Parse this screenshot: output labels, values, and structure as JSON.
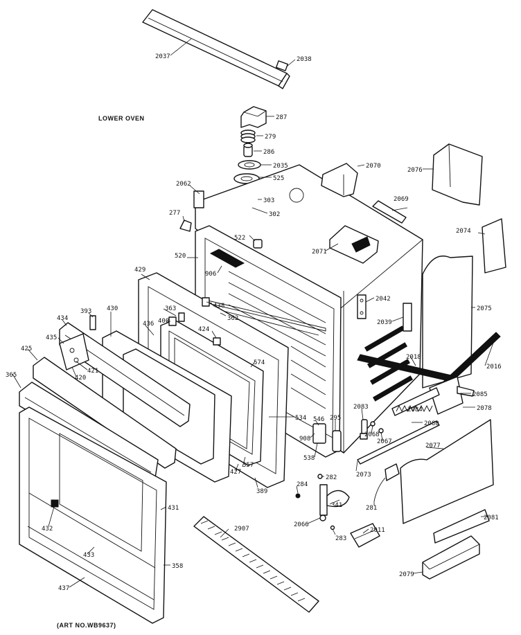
{
  "title": "LOWER OVEN",
  "art_number": "(ART NO.WB9637)",
  "colors": {
    "ink": "#111111",
    "paper": "#ffffff"
  },
  "callouts": [
    {
      "id": "2037",
      "text": "2037"
    },
    {
      "id": "2038",
      "text": "2038"
    },
    {
      "id": "287",
      "text": "287"
    },
    {
      "id": "279",
      "text": "279"
    },
    {
      "id": "286",
      "text": "286"
    },
    {
      "id": "2035",
      "text": "2035"
    },
    {
      "id": "525",
      "text": "525"
    },
    {
      "id": "303",
      "text": "303"
    },
    {
      "id": "302",
      "text": "302"
    },
    {
      "id": "2062",
      "text": "2062"
    },
    {
      "id": "277",
      "text": "277"
    },
    {
      "id": "2070",
      "text": "2070"
    },
    {
      "id": "2076",
      "text": "2076"
    },
    {
      "id": "2069",
      "text": "2069"
    },
    {
      "id": "2074",
      "text": "2074"
    },
    {
      "id": "2071",
      "text": "2071"
    },
    {
      "id": "522",
      "text": "522"
    },
    {
      "id": "520",
      "text": "520"
    },
    {
      "id": "906",
      "text": "906"
    },
    {
      "id": "429",
      "text": "429"
    },
    {
      "id": "438",
      "text": "438"
    },
    {
      "id": "362",
      "text": "362"
    },
    {
      "id": "363",
      "text": "363"
    },
    {
      "id": "400",
      "text": "400"
    },
    {
      "id": "393",
      "text": "393"
    },
    {
      "id": "430",
      "text": "430"
    },
    {
      "id": "434",
      "text": "434"
    },
    {
      "id": "436",
      "text": "436"
    },
    {
      "id": "424",
      "text": "424"
    },
    {
      "id": "2042",
      "text": "2042"
    },
    {
      "id": "2039",
      "text": "2039"
    },
    {
      "id": "2075",
      "text": "2075"
    },
    {
      "id": "435",
      "text": "435"
    },
    {
      "id": "421",
      "text": "421"
    },
    {
      "id": "420",
      "text": "420"
    },
    {
      "id": "425",
      "text": "425"
    },
    {
      "id": "574",
      "text": "574"
    },
    {
      "id": "2016",
      "text": "2016"
    },
    {
      "id": "2018",
      "text": "2018"
    },
    {
      "id": "365",
      "text": "365"
    },
    {
      "id": "2085",
      "text": "2085"
    },
    {
      "id": "2078",
      "text": "2078"
    },
    {
      "id": "2083",
      "text": "2083"
    },
    {
      "id": "2084",
      "text": "2084"
    },
    {
      "id": "2080",
      "text": "2080"
    },
    {
      "id": "534",
      "text": "534"
    },
    {
      "id": "546",
      "text": "546"
    },
    {
      "id": "295",
      "text": "295"
    },
    {
      "id": "2068",
      "text": "2068"
    },
    {
      "id": "2067",
      "text": "2067"
    },
    {
      "id": "908",
      "text": "908"
    },
    {
      "id": "2077",
      "text": "2077"
    },
    {
      "id": "538",
      "text": "538"
    },
    {
      "id": "427",
      "text": "427"
    },
    {
      "id": "357",
      "text": "357"
    },
    {
      "id": "2073",
      "text": "2073"
    },
    {
      "id": "284",
      "text": "284"
    },
    {
      "id": "282",
      "text": "282"
    },
    {
      "id": "389",
      "text": "389"
    },
    {
      "id": "341",
      "text": "341"
    },
    {
      "id": "281",
      "text": "281"
    },
    {
      "id": "431",
      "text": "431"
    },
    {
      "id": "2066",
      "text": "2066"
    },
    {
      "id": "2081",
      "text": "2081"
    },
    {
      "id": "432",
      "text": "432"
    },
    {
      "id": "2907",
      "text": "2907"
    },
    {
      "id": "283",
      "text": "283"
    },
    {
      "id": "2011",
      "text": "2011"
    },
    {
      "id": "433",
      "text": "433"
    },
    {
      "id": "358",
      "text": "358"
    },
    {
      "id": "2079",
      "text": "2079"
    },
    {
      "id": "437",
      "text": "437"
    }
  ]
}
